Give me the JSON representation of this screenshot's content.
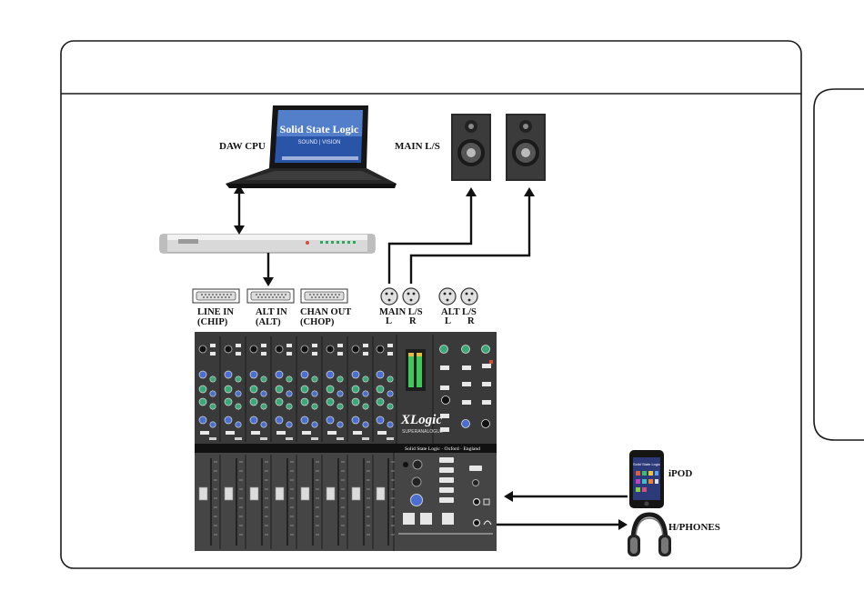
{
  "labels": {
    "daw_cpu": "DAW CPU",
    "main_ls": "MAIN L/S",
    "line_in": "LINE IN",
    "line_in_sub": "(CHIP)",
    "alt_in": "ALT IN",
    "alt_in_sub": "(ALT)",
    "chan_out": "CHAN OUT",
    "chan_out_sub": "(CHOP)",
    "main_ls_conn": "MAIN L/S",
    "alt_ls_conn": "ALT L/S",
    "left": "L",
    "right": "R",
    "ipod": "iPOD",
    "hphones": "H/PHONES"
  },
  "laptop_screen": {
    "brand": "Solid State Logic",
    "tagline": "SOUND | VISION"
  },
  "console": {
    "logo": "XLogic",
    "logo_sub": "SUPERANALOGUE",
    "badge": "Solid State Logic  ·  Oxford  ·  England"
  },
  "ipod_screen": {
    "brand": "Solid State Logic"
  },
  "colors": {
    "frame": "#1a1a1a",
    "console_body": "#3a3a3a",
    "knob_blue": "#4a6fd0",
    "knob_green": "#3aa878",
    "meter_green": "#3ec85a"
  }
}
